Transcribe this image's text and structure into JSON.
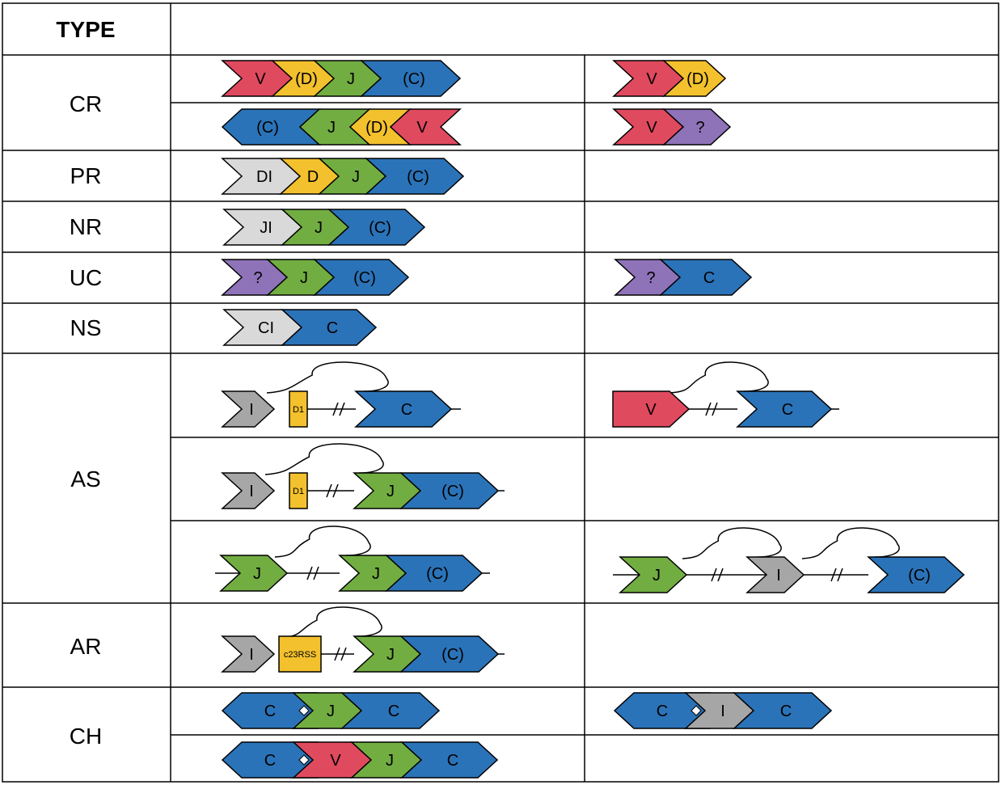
{
  "header": {
    "type_label": "TYPE"
  },
  "colors": {
    "V": "#e04a5f",
    "D": "#f3c12d",
    "J": "#72ad42",
    "C": "#2b73b8",
    "unknown": "#8f73b8",
    "inactive": "#d9d9d9",
    "I": "#a6a6a6",
    "line": "#000000"
  },
  "rows": [
    {
      "type": "CR"
    },
    {
      "type": "PR"
    },
    {
      "type": "NR"
    },
    {
      "type": "UC"
    },
    {
      "type": "NS"
    },
    {
      "type": "AS"
    },
    {
      "type": "AR"
    },
    {
      "type": "CH"
    }
  ],
  "segment_legend": {
    "V": "V",
    "D_opt": "(D)",
    "D": "D",
    "J": "J",
    "C_opt": "(C)",
    "C": "C",
    "unknown": "?",
    "DI": "DI",
    "JI": "JI",
    "CI": "CI",
    "I": "I",
    "D1": "D1",
    "c23RSS": "c23RSS"
  }
}
